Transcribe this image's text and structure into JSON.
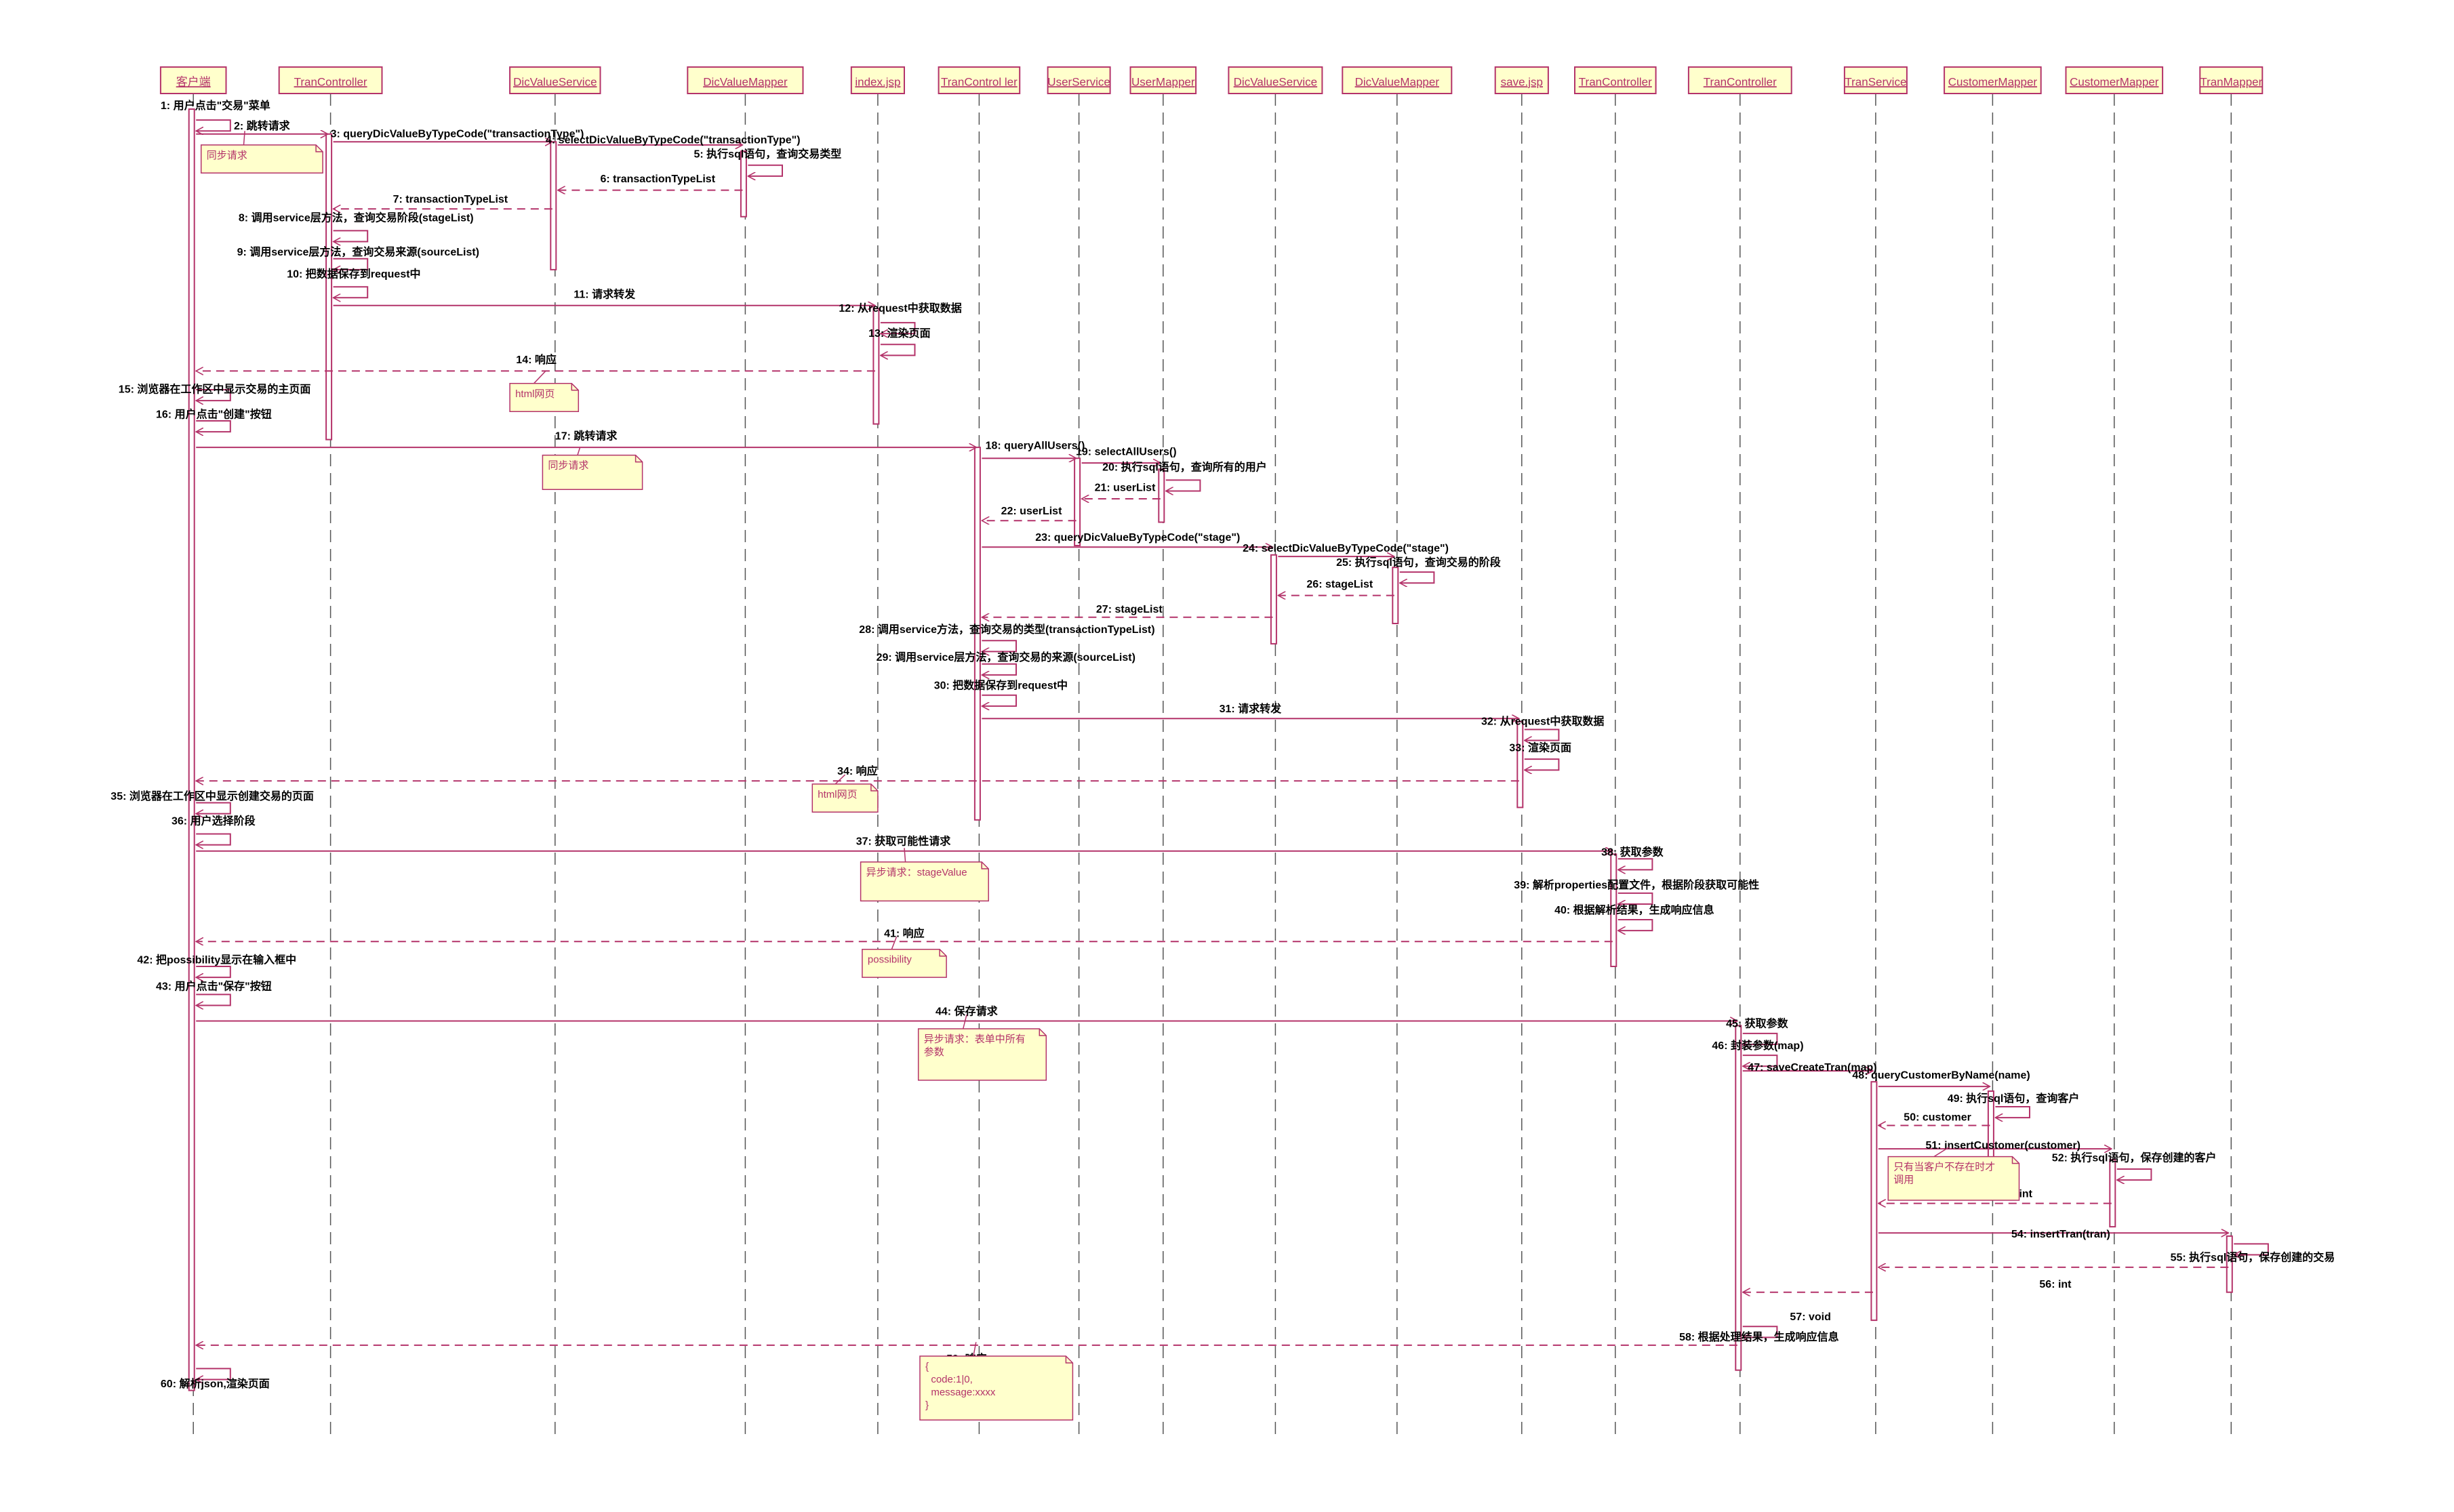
{
  "colors": {
    "line": "#b4336a",
    "box_fill": "#ffffcc",
    "lifeline": "#555555",
    "text": "#000000"
  },
  "lifelines": [
    {
      "id": "client",
      "label": "客户端"
    },
    {
      "id": "tc1",
      "label": "TranController"
    },
    {
      "id": "dvs1",
      "label": "DicValueService"
    },
    {
      "id": "dvm1",
      "label": "DicValueMapper"
    },
    {
      "id": "index",
      "label": "index.jsp"
    },
    {
      "id": "tc2",
      "label": "TranControl ler"
    },
    {
      "id": "us",
      "label": "UserService"
    },
    {
      "id": "um",
      "label": "UserMapper"
    },
    {
      "id": "dvs2",
      "label": "DicValueService"
    },
    {
      "id": "dvm2",
      "label": "DicValueMapper"
    },
    {
      "id": "save",
      "label": "save.jsp"
    },
    {
      "id": "tc3",
      "label": "TranController"
    },
    {
      "id": "tc4",
      "label": "TranController"
    },
    {
      "id": "ts",
      "label": "TranService"
    },
    {
      "id": "cm1",
      "label": "CustomerMapper"
    },
    {
      "id": "cm2",
      "label": "CustomerMapper"
    },
    {
      "id": "tm",
      "label": "TranMapper"
    }
  ],
  "messages": [
    {
      "text": "1: 用户点击\"交易\"菜单",
      "from": "client",
      "to": "client"
    },
    {
      "text": "2: 跳转请求",
      "from": "client",
      "to": "tc1"
    },
    {
      "text": "3: queryDicValueByTypeCode(\"transactionType\")",
      "from": "tc1",
      "to": "dvs1"
    },
    {
      "text": "4: selectDicValueByTypeCode(\"transactionType\")",
      "from": "dvs1",
      "to": "dvm1"
    },
    {
      "text": "5: 执行sql语句，查询交易类型",
      "from": "dvm1",
      "to": "dvm1"
    },
    {
      "text": "6: transactionTypeList",
      "from": "dvm1",
      "to": "dvs1"
    },
    {
      "text": "7: transactionTypeList",
      "from": "dvs1",
      "to": "tc1"
    },
    {
      "text": "8: 调用service层方法，查询交易阶段(stageList)",
      "from": "tc1",
      "to": "tc1"
    },
    {
      "text": "9: 调用service层方法，查询交易来源(sourceList)",
      "from": "tc1",
      "to": "tc1"
    },
    {
      "text": "10: 把数据保存到request中",
      "from": "tc1",
      "to": "tc1"
    },
    {
      "text": "11: 请求转发",
      "from": "tc1",
      "to": "index"
    },
    {
      "text": "12: 从request中获取数据",
      "from": "index",
      "to": "index"
    },
    {
      "text": "13: 渲染页面",
      "from": "index",
      "to": "index"
    },
    {
      "text": "14: 响应",
      "from": "index",
      "to": "client"
    },
    {
      "text": "15: 浏览器在工作区中显示交易的主页面",
      "from": "client",
      "to": "client"
    },
    {
      "text": "16: 用户点击\"创建\"按钮",
      "from": "client",
      "to": "client"
    },
    {
      "text": "17: 跳转请求",
      "from": "client",
      "to": "tc2"
    },
    {
      "text": "18: queryAllUsers()",
      "from": "tc2",
      "to": "us"
    },
    {
      "text": "19: selectAllUsers()",
      "from": "us",
      "to": "um"
    },
    {
      "text": "20: 执行sql语句，查询所有的用户",
      "from": "um",
      "to": "um"
    },
    {
      "text": "21: userList",
      "from": "um",
      "to": "us"
    },
    {
      "text": "22: userList",
      "from": "us",
      "to": "tc2"
    },
    {
      "text": "23: queryDicValueByTypeCode(\"stage\")",
      "from": "tc2",
      "to": "dvs2"
    },
    {
      "text": "24: selectDicValueByTypeCode(\"stage\")",
      "from": "dvs2",
      "to": "dvm2"
    },
    {
      "text": "25: 执行sql语句，查询交易的阶段",
      "from": "dvm2",
      "to": "dvm2"
    },
    {
      "text": "26: stageList",
      "from": "dvm2",
      "to": "dvs2"
    },
    {
      "text": "27: stageList",
      "from": "dvs2",
      "to": "tc2"
    },
    {
      "text": "28: 调用service方法，查询交易的类型(transactionTypeList)",
      "from": "tc2",
      "to": "tc2"
    },
    {
      "text": "29: 调用service层方法，查询交易的来源(sourceList)",
      "from": "tc2",
      "to": "tc2"
    },
    {
      "text": "30: 把数据保存到request中",
      "from": "tc2",
      "to": "tc2"
    },
    {
      "text": "31: 请求转发",
      "from": "tc2",
      "to": "save"
    },
    {
      "text": "32: 从request中获取数据",
      "from": "save",
      "to": "save"
    },
    {
      "text": "33: 渲染页面",
      "from": "save",
      "to": "save"
    },
    {
      "text": "34: 响应",
      "from": "save",
      "to": "client"
    },
    {
      "text": "35: 浏览器在工作区中显示创建交易的页面",
      "from": "client",
      "to": "client"
    },
    {
      "text": "36: 用户选择阶段",
      "from": "client",
      "to": "client"
    },
    {
      "text": "37: 获取可能性请求",
      "from": "client",
      "to": "tc3"
    },
    {
      "text": "38: 获取参数",
      "from": "tc3",
      "to": "tc3"
    },
    {
      "text": "39: 解析properties配置文件，根据阶段获取可能性",
      "from": "tc3",
      "to": "tc3"
    },
    {
      "text": "40: 根据解析结果，生成响应信息",
      "from": "tc3",
      "to": "tc3"
    },
    {
      "text": "41: 响应",
      "from": "tc3",
      "to": "client"
    },
    {
      "text": "42: 把possibility显示在输入框中",
      "from": "client",
      "to": "client"
    },
    {
      "text": "43: 用户点击\"保存\"按钮",
      "from": "client",
      "to": "client"
    },
    {
      "text": "44: 保存请求",
      "from": "client",
      "to": "tc4"
    },
    {
      "text": "45: 获取参数",
      "from": "tc4",
      "to": "tc4"
    },
    {
      "text": "46: 封装参数(map)",
      "from": "tc4",
      "to": "tc4"
    },
    {
      "text": "47: saveCreateTran(map)",
      "from": "tc4",
      "to": "ts"
    },
    {
      "text": "48: queryCustomerByName(name)",
      "from": "ts",
      "to": "cm1"
    },
    {
      "text": "49: 执行sql语句，查询客户",
      "from": "cm1",
      "to": "cm1"
    },
    {
      "text": "50: customer",
      "from": "cm1",
      "to": "ts"
    },
    {
      "text": "51: insertCustomer(customer)",
      "from": "ts",
      "to": "cm2"
    },
    {
      "text": "52: 执行sql语句，保存创建的客户",
      "from": "cm2",
      "to": "cm2"
    },
    {
      "text": "53: int",
      "from": "cm2",
      "to": "ts"
    },
    {
      "text": "54: insertTran(tran)",
      "from": "ts",
      "to": "tm"
    },
    {
      "text": "55: 执行sql语句，保存创建的交易",
      "from": "tm",
      "to": "tm"
    },
    {
      "text": "56: int",
      "from": "tm",
      "to": "ts"
    },
    {
      "text": "57: void",
      "from": "ts",
      "to": "tc4"
    },
    {
      "text": "58: 根据处理结果，生成响应信息",
      "from": "tc4",
      "to": "tc4"
    },
    {
      "text": "59: 响应",
      "from": "tc4",
      "to": "client"
    },
    {
      "text": "60: 解析json,渲染页面",
      "from": "client",
      "to": "client"
    }
  ],
  "notes": [
    {
      "id": "n1",
      "lines": [
        "同步请求"
      ]
    },
    {
      "id": "n2",
      "lines": [
        "html网页"
      ]
    },
    {
      "id": "n3",
      "lines": [
        "同步请求"
      ]
    },
    {
      "id": "n4",
      "lines": [
        "html网页"
      ]
    },
    {
      "id": "n5",
      "lines": [
        "异步请求：stageValue"
      ]
    },
    {
      "id": "n6",
      "lines": [
        "possibility"
      ]
    },
    {
      "id": "n7",
      "lines": [
        "异步请求：表单中所有",
        "参数"
      ]
    },
    {
      "id": "n8",
      "lines": [
        "只有当客户不存在时才",
        "调用"
      ]
    },
    {
      "id": "n9",
      "lines": [
        "{",
        "  code:1|0,",
        "  message:xxxx",
        "}"
      ]
    }
  ]
}
